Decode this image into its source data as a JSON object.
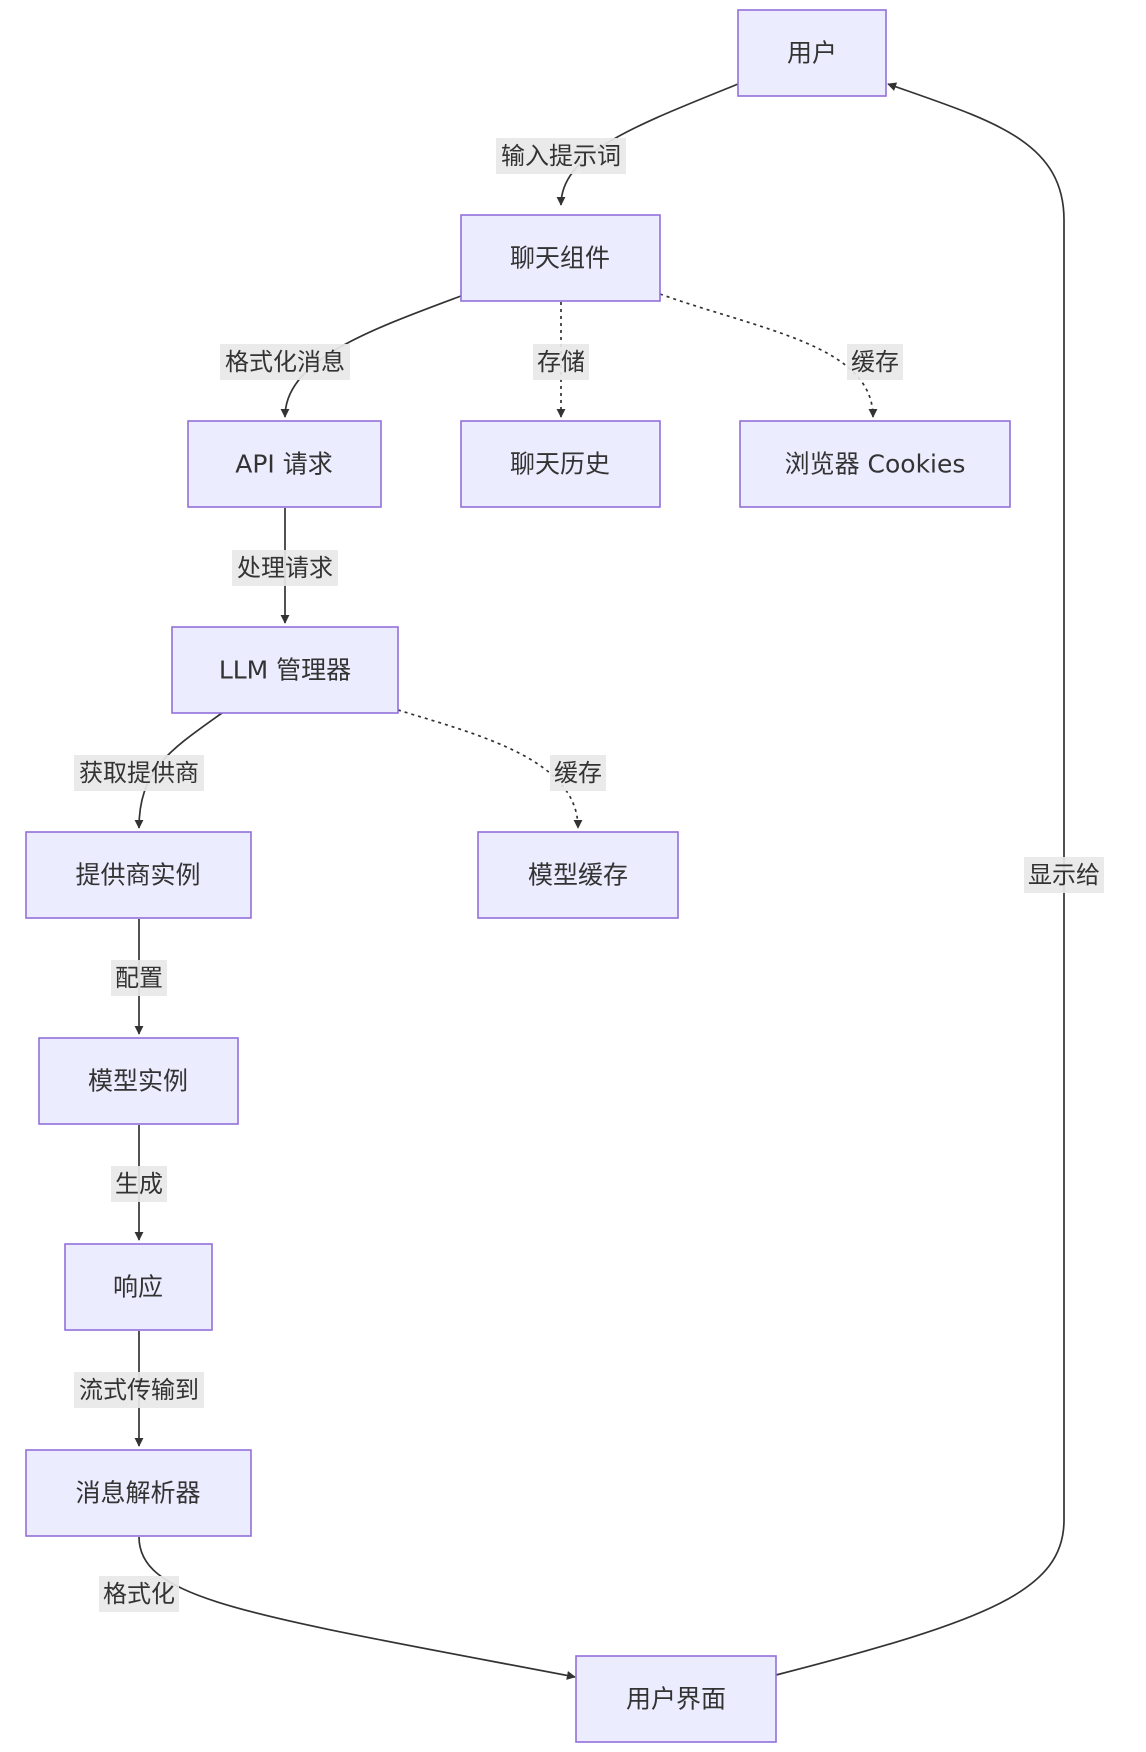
{
  "nodes": {
    "user": "用户",
    "chat_component": "聊天组件",
    "api_request": "API 请求",
    "chat_history": "聊天历史",
    "browser_cookies": "浏览器 Cookies",
    "llm_manager": "LLM 管理器",
    "provider_instance": "提供商实例",
    "model_cache": "模型缓存",
    "model_instance": "模型实例",
    "response": "响应",
    "message_parser": "消息解析器",
    "user_interface": "用户界面"
  },
  "edges": {
    "input_prompt": "输入提示词",
    "format_message": "格式化消息",
    "store": "存储",
    "cache_cookies": "缓存",
    "process_request": "处理请求",
    "get_provider": "获取提供商",
    "cache_model": "缓存",
    "configure": "配置",
    "generate": "生成",
    "stream_to": "流式传输到",
    "format": "格式化",
    "display_to": "显示给"
  },
  "colors": {
    "node_fill": "#ECECFF",
    "node_stroke": "#9370DB",
    "edge": "#333333",
    "label_bg": "#e8e8e8"
  }
}
